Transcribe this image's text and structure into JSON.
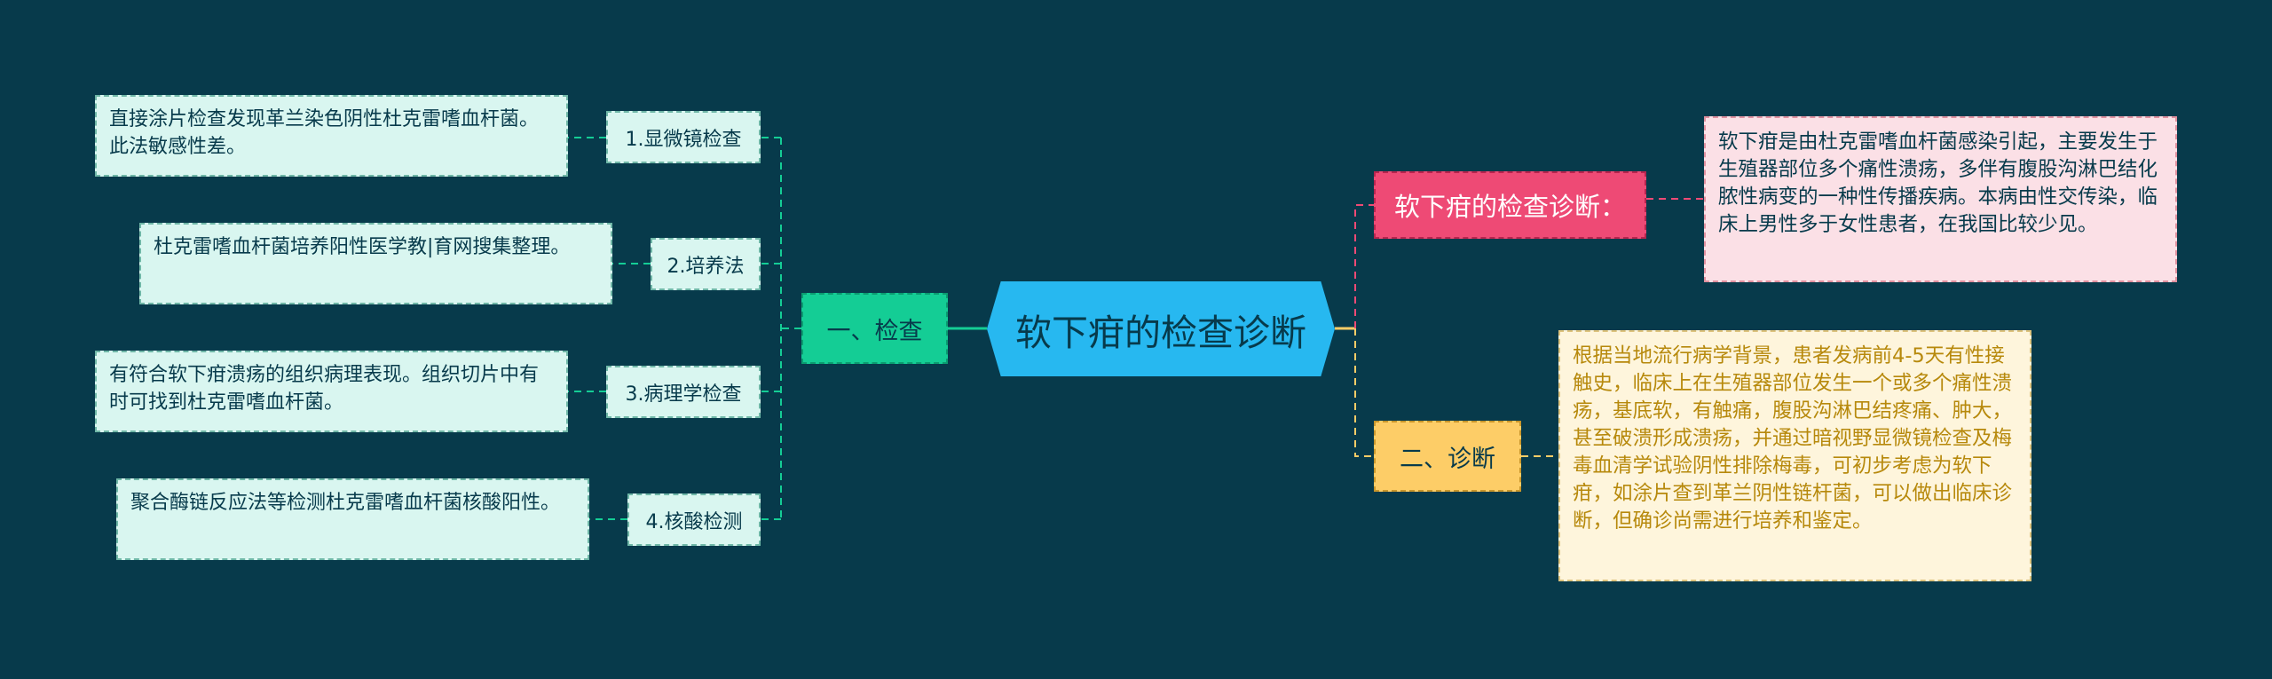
{
  "center": {
    "title": "软下疳的检查诊断"
  },
  "left_branch": {
    "label": "一、检查",
    "items": [
      {
        "label": "1.显微镜检查",
        "detail": "直接涂片检查发现革兰染色阴性杜克雷嗜血杆菌。此法敏感性差。"
      },
      {
        "label": "2.培养法",
        "detail": "杜克雷嗜血杆菌培养阳性医学教|育网搜集整理。"
      },
      {
        "label": "3.病理学检查",
        "detail": "有符合软下疳溃疡的组织病理表现。组织切片中有时可找到杜克雷嗜血杆菌。"
      },
      {
        "label": "4.核酸检测",
        "detail": "聚合酶链反应法等检测杜克雷嗜血杆菌核酸阳性。"
      }
    ]
  },
  "right_branches": [
    {
      "label": "软下疳的检查诊断：",
      "detail": "软下疳是由杜克雷嗜血杆菌感染引起，主要发生于生殖器部位多个痛性溃疡，多伴有腹股沟淋巴结化脓性病变的一种性传播疾病。本病由性交传染，临床上男性多于女性患者，在我国比较少见。",
      "color": "#ee4a75"
    },
    {
      "label": "二、诊断",
      "detail": "根据当地流行病学背景，患者发病前4-5天有性接触史，临床上在生殖器部位发生一个或多个痛性溃疡，基底软，有触痛，腹股沟淋巴结疼痛、肿大，甚至破溃形成溃疡，并通过暗视野显微镜检查及梅毒血清学试验阴性排除梅毒，可初步考虑为软下疳，如涂片查到革兰阴性链杆菌，可以做出临床诊断，但确诊尚需进行培养和鉴定。",
      "color": "#fdcd67"
    }
  ],
  "colors": {
    "background": "#073a4b",
    "center": "#27b8f0",
    "check": "#14cd95",
    "leaf": "#d9f6f0"
  }
}
